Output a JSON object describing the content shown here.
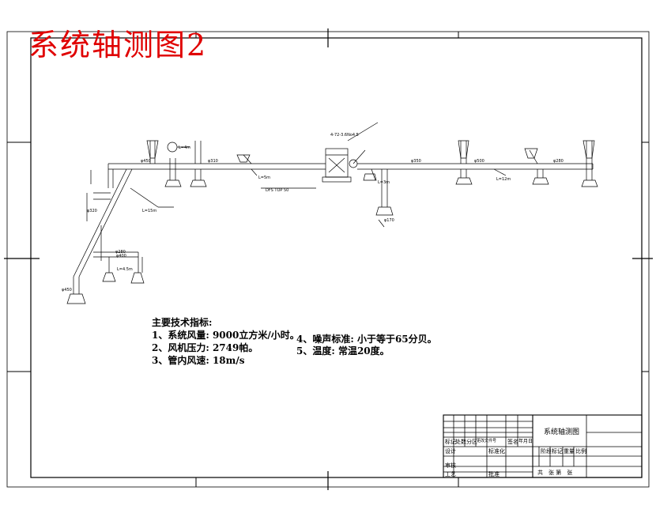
{
  "title": "系统轴测图2",
  "notes": {
    "heading": "主要技术指标:",
    "items": [
      "1、系统风量: 9000立方米/小时。",
      "2、风机压力: 2749帕。",
      "3、管内风速: 18m/s",
      "4、噪声标准: 小于等于65分贝。",
      "5、温度: 常温20度。"
    ]
  },
  "title_block": {
    "drawing_name": "系统轴测图",
    "row1": [
      "标记",
      "处数",
      "分区",
      "更改文件号",
      "签名",
      "年月日"
    ],
    "designer": "设计",
    "standardization": "标准化",
    "stage_mark": "阶段标记",
    "weight": "重量",
    "scale": "比例",
    "review": "审核",
    "process": "工艺",
    "approve": "批准",
    "sheets": "共　张 第　张"
  },
  "diagram_labels": {
    "fan_model": "4-72-3.6No4.5",
    "floor_label": "DFS TOP 50",
    "dims": [
      "φ450",
      "φ310",
      "φ320",
      "φ280",
      "φ400",
      "φ350",
      "φ170",
      "φ450",
      "φ500",
      "φ280"
    ],
    "notes": [
      "L=4m",
      "L=15m",
      "L=5m",
      "L=12m",
      "L=4.5m",
      "L=3m"
    ]
  }
}
